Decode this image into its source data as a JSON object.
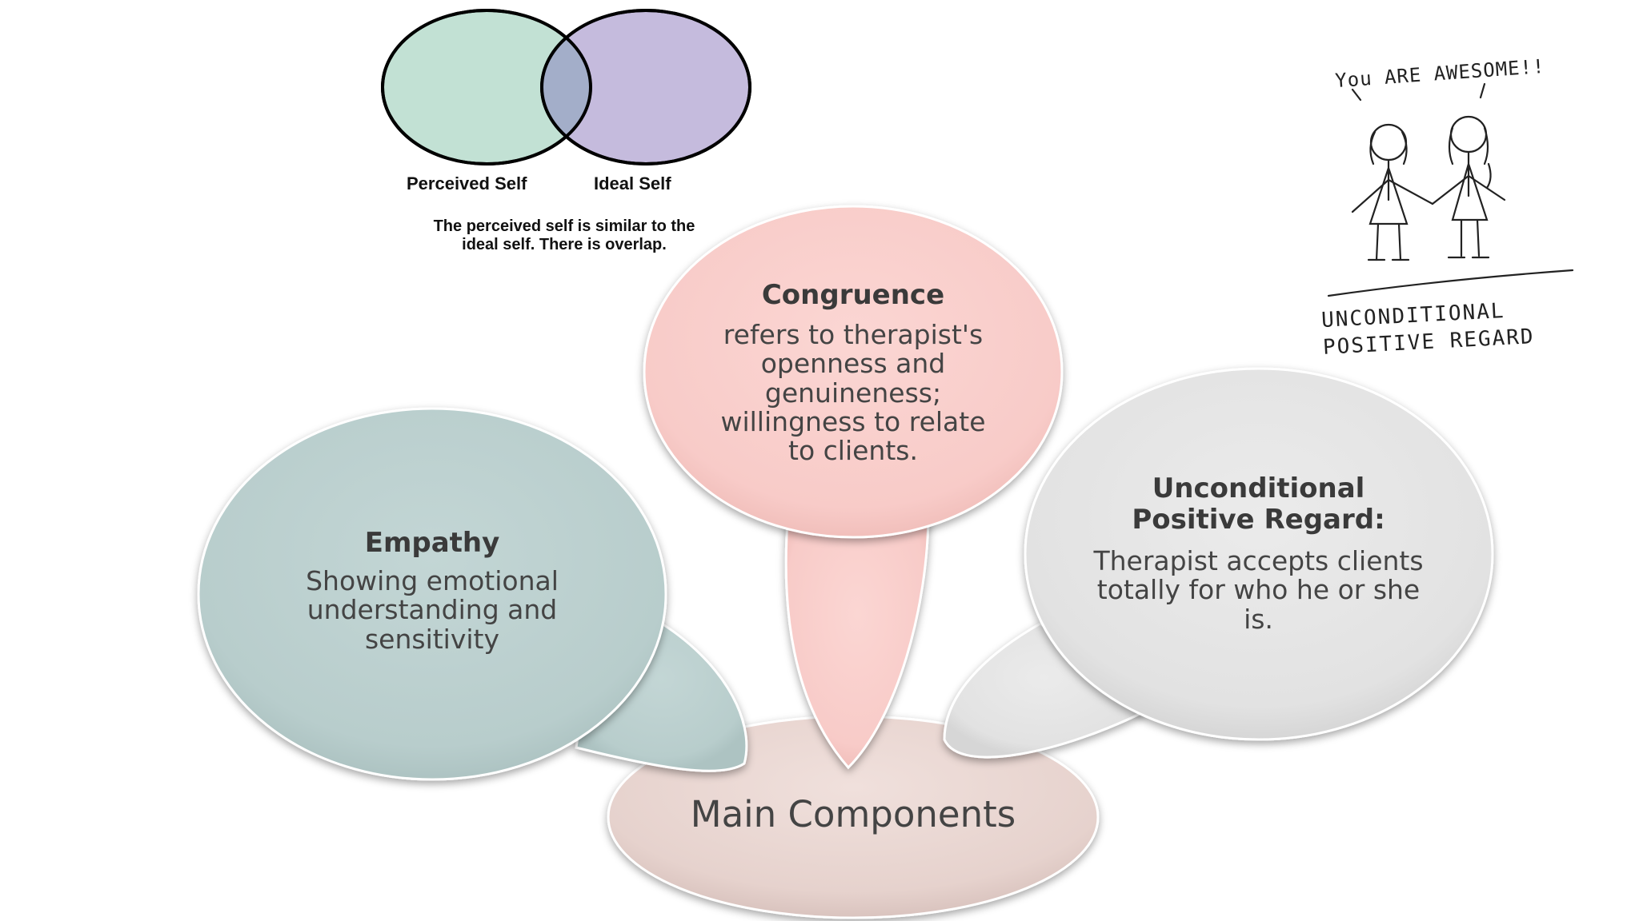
{
  "venn": {
    "left_label": "Perceived Self",
    "right_label": "Ideal Self",
    "caption_line1": "The perceived self is similar to the",
    "caption_line2": "ideal self. There is overlap.",
    "left_color": "#c2e1d4",
    "right_color": "#c5bbdd",
    "overlap_color": "#a3aec9"
  },
  "sketch": {
    "top_text": "You ARE AWESOME!!",
    "bottom_line1": "UNCONDITIONAL",
    "bottom_line2": "POSITIVE REGARD"
  },
  "bubbles": {
    "congruence": {
      "title": "Congruence",
      "body": "refers to therapist's openness and genuineness; willingness to relate to clients.",
      "color": "#f9cfcc"
    },
    "empathy": {
      "title": "Empathy",
      "body": "Showing emotional understanding and sensitivity",
      "color": "#bcd0cf"
    },
    "regard": {
      "title": "Unconditional Positive Regard:",
      "body": "Therapist accepts clients totally for who he or she is.",
      "color": "#e4e4e4"
    },
    "main": {
      "label": "Main Components",
      "color": "#e8d6d2"
    }
  }
}
